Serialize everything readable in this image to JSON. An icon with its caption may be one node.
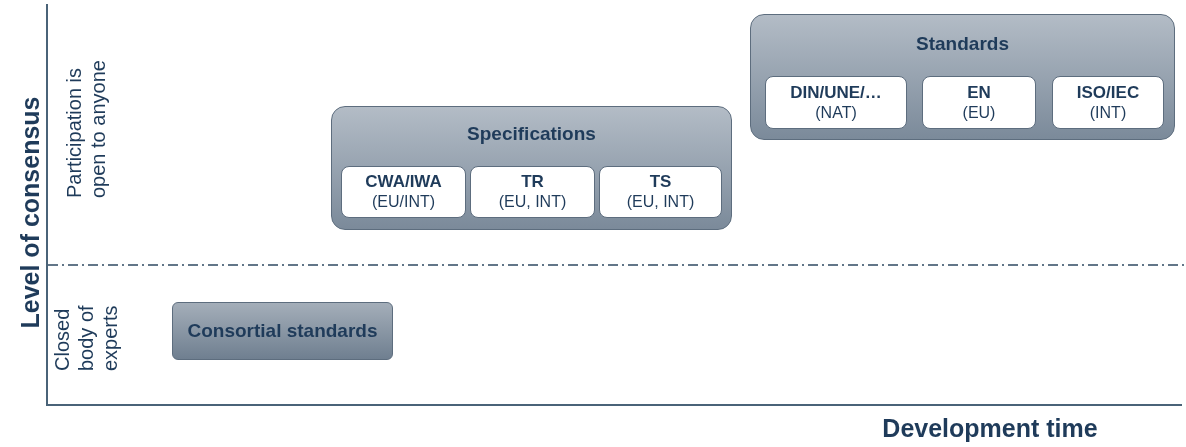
{
  "diagram": {
    "nodes": [
      {
        "text": [
          "Standards"
        ]
      },
      {
        "text": [
          "DIN/UNE/…",
          "(NAT)"
        ],
        "in": 0
      },
      {
        "text": [
          "EN",
          "(EU)"
        ],
        "in": 0
      },
      {
        "text": [
          "ISO/IEC",
          "(INT)"
        ],
        "in": 0
      },
      {
        "text": [
          "Specifications"
        ]
      },
      {
        "text": [
          "CWA/IWA",
          "(EU/INT)"
        ],
        "in": 4
      },
      {
        "text": [
          "TR",
          "(EU, INT)"
        ],
        "in": 4
      },
      {
        "text": [
          "TS",
          "(EU, INT)"
        ],
        "in": 4
      },
      {
        "text": [
          "Consortial standards"
        ]
      }
    ],
    "edges": [],
    "labels": [
      "Level of consensus",
      "Participation is open to anyone",
      "Closed body of experts",
      "Development time"
    ]
  }
}
